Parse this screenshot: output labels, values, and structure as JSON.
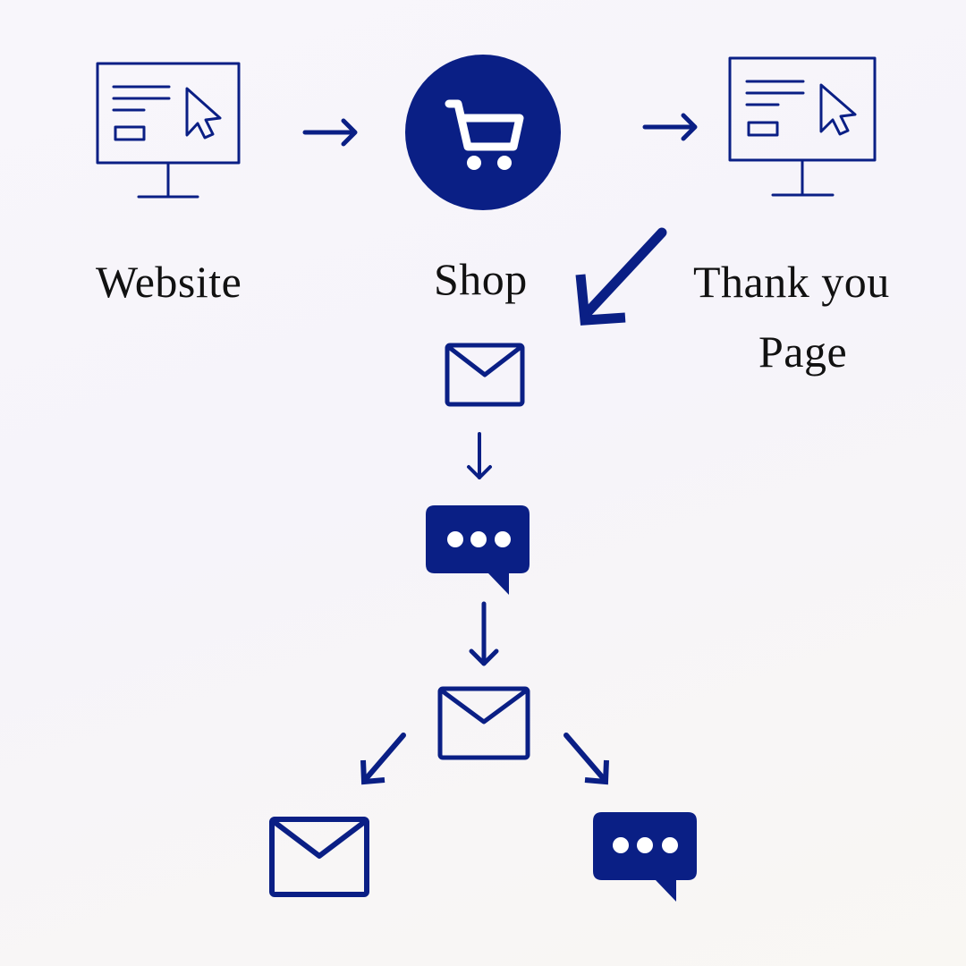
{
  "colors": {
    "primary": "#0a1f85",
    "text": "#111111",
    "background": "#f7f5fa"
  },
  "nodes": {
    "website": {
      "label": "Website",
      "icon": "monitor-cursor-icon"
    },
    "shop": {
      "label": "Shop",
      "icon": "shopping-cart-icon"
    },
    "thank_you": {
      "label_line1": "Thank you",
      "label_line2": "Page",
      "icon": "monitor-cursor-icon"
    },
    "email_1": {
      "icon": "envelope-icon"
    },
    "message_1": {
      "icon": "chat-bubble-icon"
    },
    "email_2": {
      "icon": "envelope-icon"
    },
    "email_3": {
      "icon": "envelope-icon"
    },
    "message_2": {
      "icon": "chat-bubble-icon"
    }
  }
}
